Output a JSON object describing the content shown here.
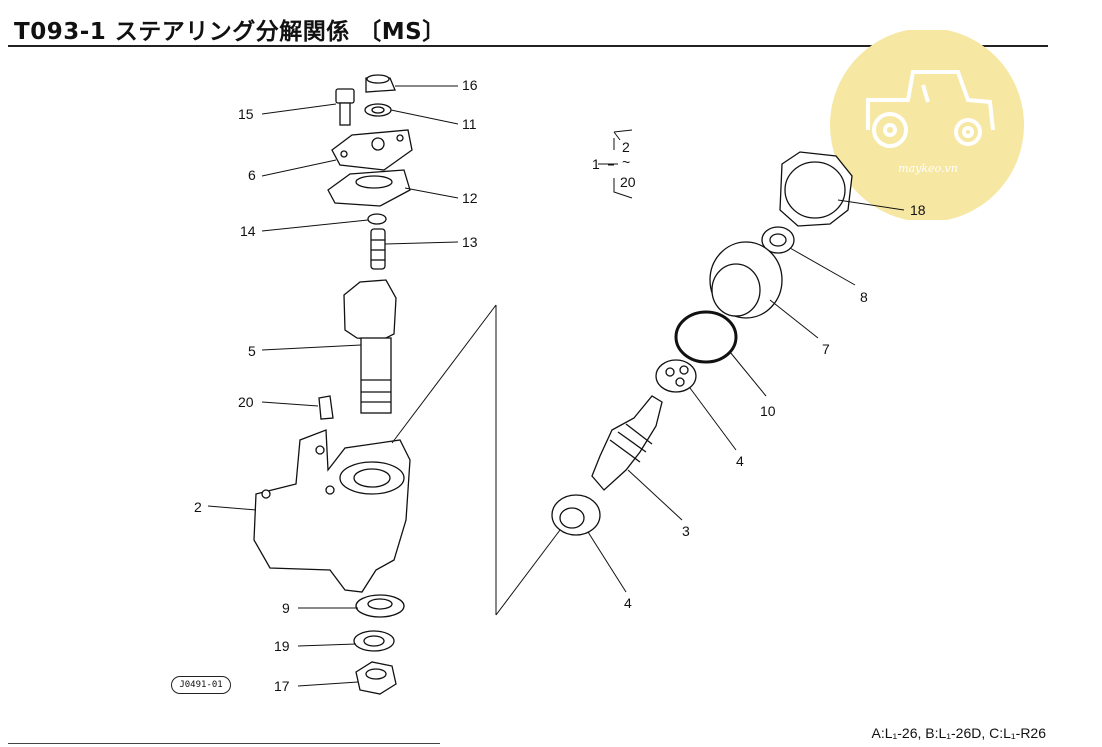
{
  "page": {
    "title": "T093-1 ステアリング分解関係 〔MS〕",
    "footer": "A:L₁-26,  B:L₁-26D,  C:L₁-R26",
    "figure_code": "J0491-01"
  },
  "watermark": {
    "text": "maykeo.vn",
    "color": "#f5e6a0"
  },
  "group_note": {
    "parent": "1",
    "members": [
      "2",
      "20"
    ]
  },
  "callouts": [
    "16",
    "15",
    "11",
    "6",
    "12",
    "14",
    "13",
    "5",
    "20",
    "2",
    "9",
    "19",
    "17",
    "18",
    "8",
    "7",
    "10",
    "4",
    "3",
    "4"
  ]
}
